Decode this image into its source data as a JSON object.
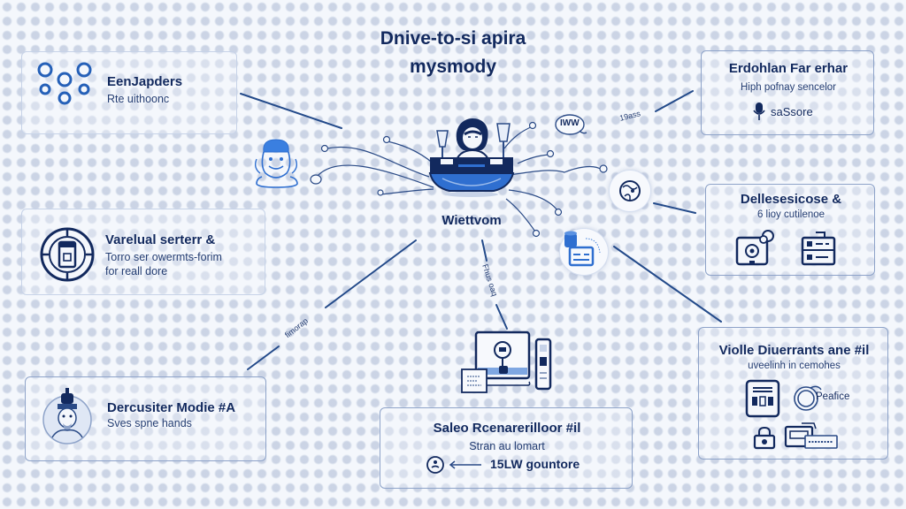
{
  "title": {
    "line1": "Dnive-to-si apira",
    "line2": "mysmody"
  },
  "center": {
    "label": "Wiettvom",
    "icon": "person-at-console-icon"
  },
  "cards": {
    "top_left": {
      "title": "EenJapders",
      "subtitle": "Rte uithoonc",
      "icon": "network-nodes-icon"
    },
    "mid_left": {
      "title": "Varelual serterr &",
      "subtitle_line1": "Torro ser owermts-forim",
      "subtitle_line2": "for reall dore",
      "icon": "server-badge-icon"
    },
    "bottom_left": {
      "title": "Dercusiter Modie #A",
      "subtitle": "Sves spne hands",
      "icon": "person-avatar-icon"
    },
    "bottom_center": {
      "title": "Saleo Rcenarerilloor #il",
      "subtitle": "Stran au lomart",
      "footer_value": "15LW gountore",
      "icon": "user-badge-icon",
      "arrow": "left-arrow-icon"
    },
    "top_right": {
      "title": "Erdohlan Far erhar",
      "subtitle": "Hiph pofnay sencelor",
      "footer_value": "saSsore",
      "icon": "microphone-icon"
    },
    "mid_right": {
      "title": "Dellesesicose &",
      "subtitle": "6 lioy cutilenoe",
      "icons": [
        "camera-folder-icon",
        "file-list-icon"
      ]
    },
    "bottom_right": {
      "title": "Violle Diuerrants ane #il",
      "subtitle": "uveelinh in cemohes",
      "badge_label": "Peafice",
      "icons": [
        "device-panel-icon",
        "globe-badge-icon",
        "lock-icon",
        "keyboard-device-icon"
      ]
    }
  },
  "edge_labels": {
    "top_right": "19ass",
    "bottom_left": "fimorap",
    "bottom_center": "Fhus oaq"
  },
  "floating_nodes": {
    "chat_bubble": "IWW",
    "left_avatar": "cartoon-face-icon",
    "right_globe": "globe-icon",
    "right_database": "database-icon",
    "bottom_devices": "laptop-phone-icon"
  },
  "colors": {
    "primary": "#12295e",
    "accent": "#2f6fd0",
    "line": "#234a8a",
    "border": "#8ea3c9"
  }
}
